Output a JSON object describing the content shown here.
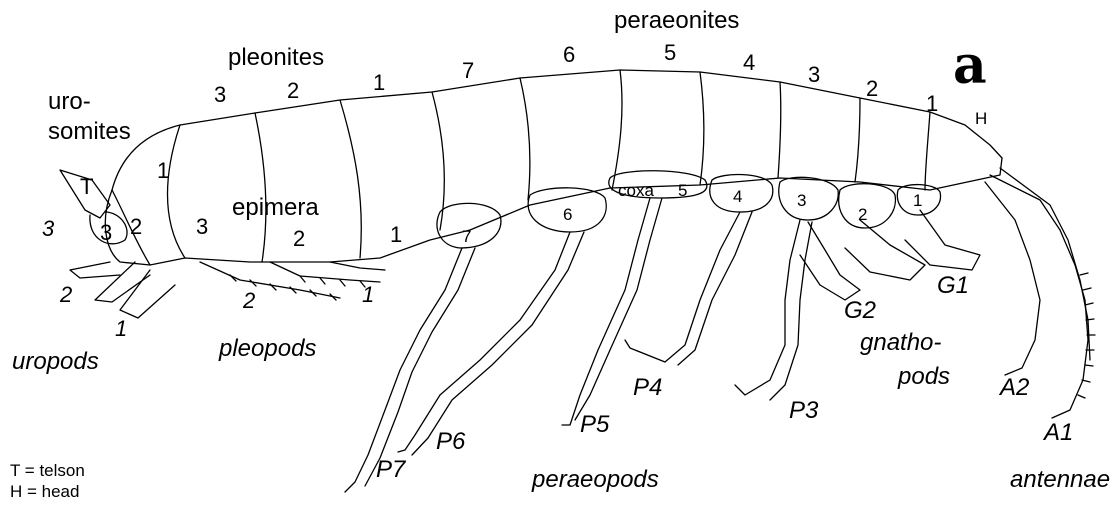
{
  "panel_label": "a",
  "regions": {
    "peraeonites": "peraeonites",
    "pleonites": "pleonites",
    "urosomites_1": "uro-",
    "urosomites_2": "somites",
    "epimera": "epimera",
    "coxa": "coxa"
  },
  "segment_numbers": {
    "pleonite_3": "3",
    "pleonite_2": "2",
    "pleonite_1": "1",
    "peraeonite_7": "7",
    "peraeonite_6": "6",
    "peraeonite_5": "5",
    "peraeonite_4": "4",
    "peraeonite_3": "3",
    "peraeonite_2": "2",
    "peraeonite_1": "1",
    "head": "H",
    "telson": "T",
    "urosomite_1": "1",
    "urosomite_2": "2",
    "urosomite_3": "3",
    "epimeron_3": "3",
    "epimeron_2": "2",
    "epimeron_1": "1",
    "coxa_7": "7",
    "coxa_6": "6",
    "coxa_5": "5",
    "coxa_4": "4",
    "coxa_3": "3",
    "coxa_2": "2",
    "coxa_1": "1"
  },
  "appendages": {
    "uropod_3": "3",
    "uropod_2": "2",
    "uropod_1": "1",
    "pleopod_2": "2",
    "pleopod_1": "1",
    "P7": "P7",
    "P6": "P6",
    "P5": "P5",
    "P4": "P4",
    "P3": "P3",
    "G2": "G2",
    "G1": "G1",
    "A2": "A2",
    "A1": "A1"
  },
  "groups": {
    "uropods": "uropods",
    "pleopods": "pleopods",
    "gnatho_1": "gnatho-",
    "gnatho_2": "pods",
    "peraeopods": "peraeopods",
    "antennae": "antennae"
  },
  "legend": {
    "telson": "T = telson",
    "head": "H = head"
  }
}
